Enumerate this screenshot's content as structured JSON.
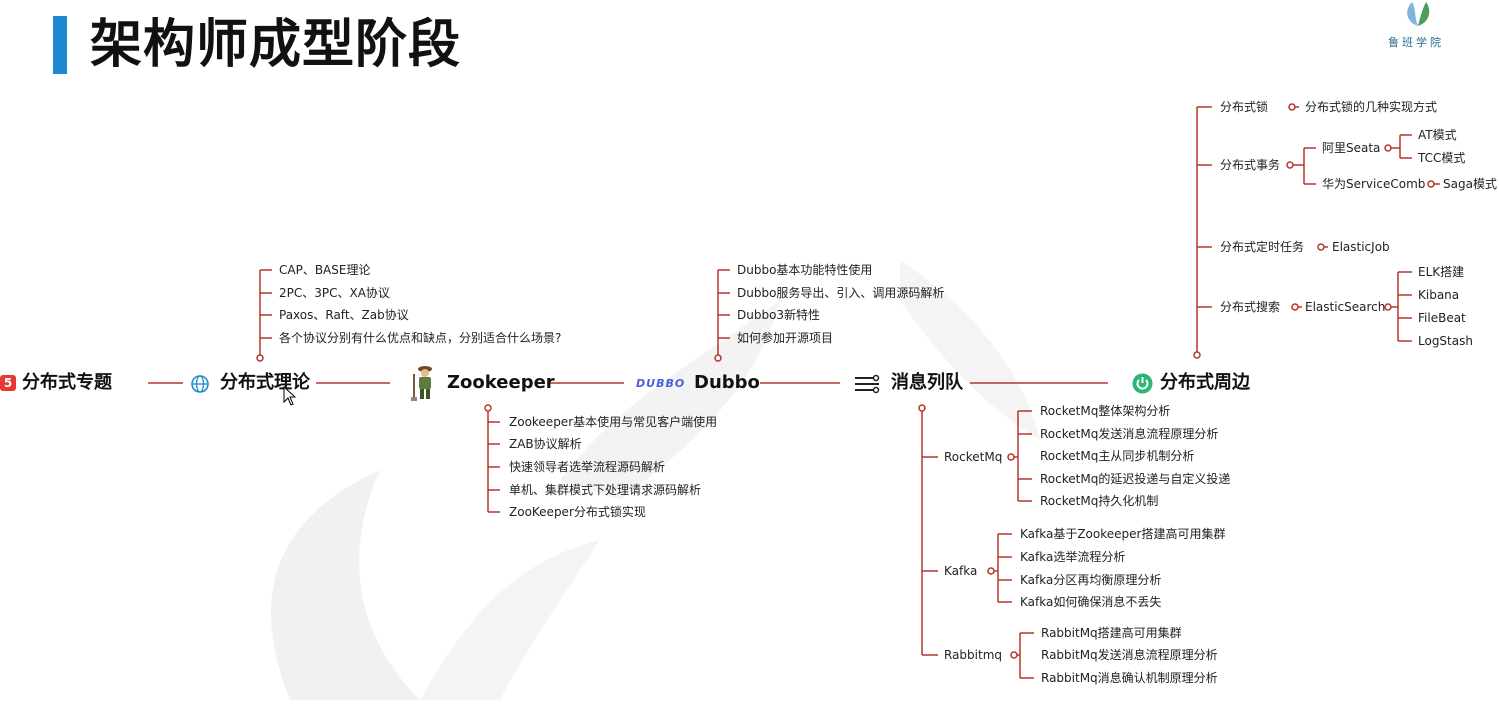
{
  "title": "架构师成型阶段",
  "logo_text": "鲁班学院",
  "badge_number": "5",
  "main_nodes": {
    "topic": "分布式专题",
    "theory": "分布式理论",
    "zookeeper": "Zookeeper",
    "dubbo_logo": "DUBBO",
    "dubbo": "Dubbo",
    "mq": "消息列队",
    "periphery": "分布式周边"
  },
  "theory_items": [
    "CAP、BASE理论",
    "2PC、3PC、XA协议",
    "Paxos、Raft、Zab协议",
    "各个协议分别有什么优点和缺点，分别适合什么场景?"
  ],
  "zookeeper_items": [
    "Zookeeper基本使用与常见客户端使用",
    "ZAB协议解析",
    "快速领导者选举流程源码解析",
    "单机、集群模式下处理请求源码解析",
    "ZooKeeper分布式锁实现"
  ],
  "dubbo_items": [
    "Dubbo基本功能特性使用",
    "Dubbo服务导出、引入、调用源码解析",
    "Dubbo3新特性",
    "如何参加开源项目"
  ],
  "mq": {
    "rocketmq": {
      "label": "RocketMq",
      "items": [
        "RocketMq整体架构分析",
        "RocketMq发送消息流程原理分析",
        "RocketMq主从同步机制分析",
        "RocketMq的延迟投递与自定义投递",
        "RocketMq持久化机制"
      ]
    },
    "kafka": {
      "label": "Kafka",
      "items": [
        "Kafka基于Zookeeper搭建高可用集群",
        "Kafka选举流程分析",
        "Kafka分区再均衡原理分析",
        "Kafka如何确保消息不丢失"
      ]
    },
    "rabbitmq": {
      "label": "Rabbitmq",
      "items": [
        "RabbitMq搭建高可用集群",
        "RabbitMq发送消息流程原理分析",
        "RabbitMq消息确认机制原理分析"
      ]
    }
  },
  "periphery": {
    "lock": {
      "label": "分布式锁",
      "item": "分布式锁的几种实现方式"
    },
    "tx": {
      "label": "分布式事务",
      "seata": "阿里Seata",
      "at": "AT模式",
      "tcc": "TCC模式",
      "comb": "华为ServiceComb",
      "saga": "Saga模式"
    },
    "job": {
      "label": "分布式定时任务",
      "item": "ElasticJob"
    },
    "search": {
      "label": "分布式搜索",
      "es": "ElasticSearch",
      "items": [
        "ELK搭建",
        "Kibana",
        "FileBeat",
        "LogStash"
      ]
    }
  },
  "colors": {
    "line": "#b5352a",
    "accent": "#1e88d0",
    "badge": "#e53935"
  }
}
